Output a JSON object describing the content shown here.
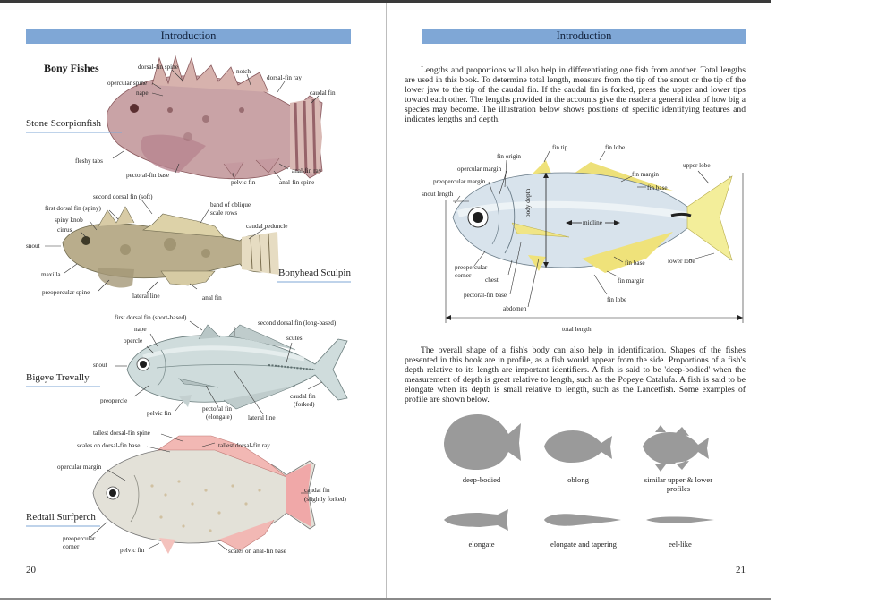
{
  "left_page": {
    "banner": "Introduction",
    "heading": "Bony Fishes",
    "page_number": "20",
    "stone_scorpionfish": {
      "name": "Stone Scorpionfish",
      "labels": {
        "dorsal_fin_spine": "dorsal-fin spine",
        "notch": "notch",
        "dorsal_fin_ray": "dorsal-fin ray",
        "opercular_spine": "opercular spine",
        "nape": "nape",
        "caudal_fin": "caudal fin",
        "fleshy_tabs": "fleshy tabs",
        "pectoral_fin_base": "pectoral-fin base",
        "pelvic_fin": "pelvic fin",
        "anal_fin_ray": "anal-fin ray",
        "anal_fin_spine": "anal-fin spine"
      }
    },
    "bonyhead_sculpin": {
      "name": "Bonyhead Sculpin",
      "labels": {
        "second_dorsal": "second dorsal fin (soft)",
        "first_dorsal": "first dorsal fin (spiny)",
        "band_line1": "band of oblique",
        "band_line2": "scale rows",
        "spiny_knob": "spiny knob",
        "cirrus": "cirrus",
        "caudal_peduncle": "caudal peduncle",
        "snout": "snout",
        "maxilla": "maxilla",
        "preopercular_spine": "preopercular spine",
        "lateral_line": "lateral line",
        "anal_fin": "anal fin"
      }
    },
    "bigeye_trevally": {
      "name": "Bigeye Trevally",
      "labels": {
        "first_dorsal": "first dorsal fin (short-based)",
        "second_dorsal": "second dorsal fin (long-based)",
        "nape": "nape",
        "opercle": "opercle",
        "scutes": "scutes",
        "snout": "snout",
        "preopercle": "preopercle",
        "pelvic_fin": "pelvic fin",
        "pectoral_line1": "pectoral fin",
        "pectoral_line2": "(elongate)",
        "lateral_line": "lateral line",
        "caudal_line1": "caudal fin",
        "caudal_line2": "(forked)"
      }
    },
    "redtail_surfperch": {
      "name": "Redtail Surfperch",
      "labels": {
        "tallest_spine": "tallest dorsal-fin spine",
        "scales_dorsal": "scales on dorsal-fin base",
        "tallest_ray": "tallest dorsal-fin ray",
        "opercular_margin": "opercular margin",
        "caudal_line1": "caudal fin",
        "caudal_line2": "(slightly forked)",
        "preopercular_line1": "preopercular",
        "preopercular_line2": "corner",
        "pelvic_fin": "pelvic fin",
        "scales_anal": "scales on anal-fin base"
      }
    }
  },
  "right_page": {
    "banner": "Introduction",
    "page_number": "21",
    "paragraph1": "Lengths and proportions will also help in differentiating one fish from another. Total lengths are used in this book. To determine total length, measure from the tip of the snout or the tip of the lower jaw to the tip of the caudal fin. If the caudal fin is forked, press the upper and lower tips toward each other. The lengths provided in the accounts give the reader a general idea of how big a species may become. The illustration below shows positions of specific identifying features and indicates lengths and depth.",
    "paragraph2": "The overall shape of a fish's body can also help in identification. Shapes of the fishes presented in this book are in profile, as a fish would appear from the side. Proportions of a fish's depth relative to its length are important identifiers. A fish is said to be 'deep-bodied' when the measurement of depth is great relative to length, such as the Popeye Catalufa. A fish is said to be elongate when its depth is small relative to length, such as the Lancetfish. Some examples of profile are shown below.",
    "diagram_labels": {
      "fin_tip": "fin tip",
      "fin_lobe_top": "fin lobe",
      "fin_origin": "fin origin",
      "opercular_margin": "opercular margin",
      "preopercular_margin": "preopercular margin",
      "snout_length": "snout length",
      "fin_margin_top": "fin margin",
      "fin_base_top": "fin base",
      "upper_lobe": "upper lobe",
      "body_depth": "body depth",
      "midline": "midline",
      "preopercular_corner_line1": "preopercular",
      "preopercular_corner_line2": "corner",
      "chest": "chest",
      "fin_base_bottom": "fin base",
      "lower_lobe": "lower lobe",
      "fin_margin_bottom": "fin margin",
      "pectoral_fin_base": "pectoral-fin base",
      "fin_lobe_bottom": "fin lobe",
      "abdomen": "abdomen",
      "total_length": "total length"
    },
    "profiles": [
      "deep-bodied",
      "oblong",
      "similar upper & lower profiles",
      "elongate",
      "elongate and tapering",
      "eel-like"
    ]
  }
}
